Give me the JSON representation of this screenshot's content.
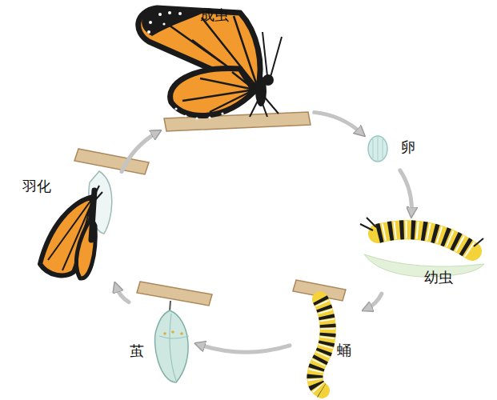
{
  "diagram": {
    "nodes": [
      {
        "text": [
          "成虫"
        ]
      },
      {
        "text": [
          "卵"
        ]
      },
      {
        "text": [
          "幼虫"
        ]
      },
      {
        "text": [
          "蛹"
        ]
      },
      {
        "text": [
          "茧"
        ]
      },
      {
        "text": [
          "羽化"
        ]
      }
    ],
    "edges": [
      {
        "from": 0,
        "to": 1,
        "arrow": "to"
      },
      {
        "from": 1,
        "to": 2,
        "arrow": "to"
      },
      {
        "from": 2,
        "to": 3,
        "arrow": "to"
      },
      {
        "from": 3,
        "to": 4,
        "arrow": "to"
      },
      {
        "from": 4,
        "to": 5,
        "arrow": "to"
      },
      {
        "from": 5,
        "to": 0,
        "arrow": "to"
      }
    ]
  }
}
